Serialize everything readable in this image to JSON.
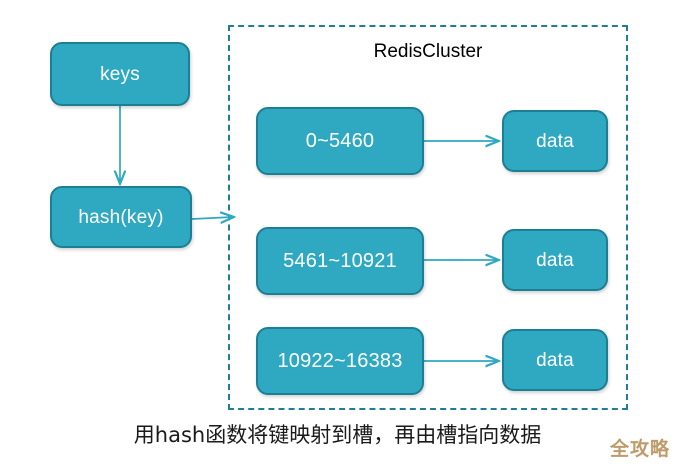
{
  "diagram": {
    "cluster": {
      "title": "RedisCluster",
      "border_color": "#1d7f91",
      "border_style": "dashed"
    },
    "theme": {
      "node_fill": "#2fa8c2",
      "node_border": "#1c7f94",
      "node_text": "#ffffff",
      "arrow_color": "#2fa8c2",
      "title_text": "#000000",
      "background": "#ffffff"
    },
    "input_nodes": [
      {
        "label": "keys"
      },
      {
        "label": "hash(key)"
      }
    ],
    "slots": [
      {
        "range": "0~5460",
        "target": "data"
      },
      {
        "range": "5461~10921",
        "target": "data"
      },
      {
        "range": "10922~16383",
        "target": "data"
      }
    ],
    "caption": "用hash函数将键映射到槽，再由槽指向数据",
    "watermark": "全攻略"
  }
}
